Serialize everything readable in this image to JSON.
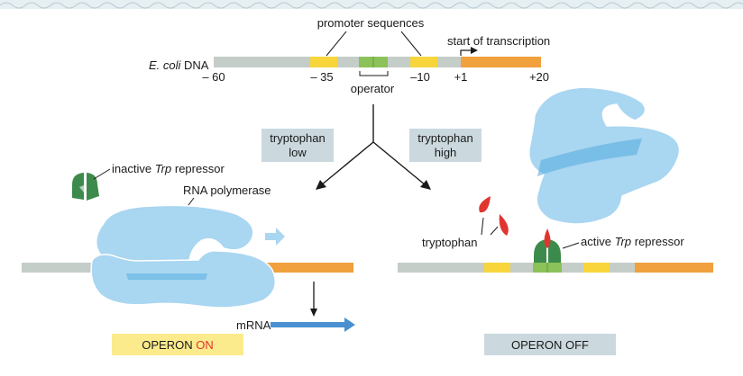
{
  "top": {
    "dna_label_italic": "E. coli",
    "dna_label_rest": " DNA",
    "promoter_label": "promoter sequences",
    "start_label": "start of transcription",
    "operator_label": "operator",
    "positions": [
      "– 60",
      "– 35",
      "–10",
      "+1",
      "+20"
    ]
  },
  "conditions": {
    "low": [
      "tryptophan",
      "low"
    ],
    "high": [
      "tryptophan",
      "high"
    ]
  },
  "left": {
    "inactive_repressor_pre": "inactive ",
    "inactive_repressor_italic": "Trp",
    "inactive_repressor_post": " repressor",
    "polymerase_label": "RNA polymerase",
    "mrna_label": "mRNA",
    "status_prefix": "OPERON ",
    "status_word": "ON"
  },
  "right": {
    "tryptophan_label": "tryptophan",
    "active_repressor_pre": "active ",
    "active_repressor_italic": "Trp",
    "active_repressor_post": " repressor",
    "status": "OPERON OFF"
  },
  "colors": {
    "dna_gray": "#c5cdc9",
    "promoter_yellow": "#f7d53b",
    "operator_green": "#8cc25a",
    "gene_orange": "#f0a03c",
    "polymerase_blue": "#a9d6f1",
    "polymerase_outline": "#ffffff",
    "repressor_green": "#3d8b4c",
    "tryptophan_red": "#e0352f",
    "on_box": "#fbeb8c",
    "off_box": "#cbd9df",
    "condition_box": "#cbd9df",
    "on_word": "#e0352f",
    "mrna_arrow": "#4a90d0"
  }
}
